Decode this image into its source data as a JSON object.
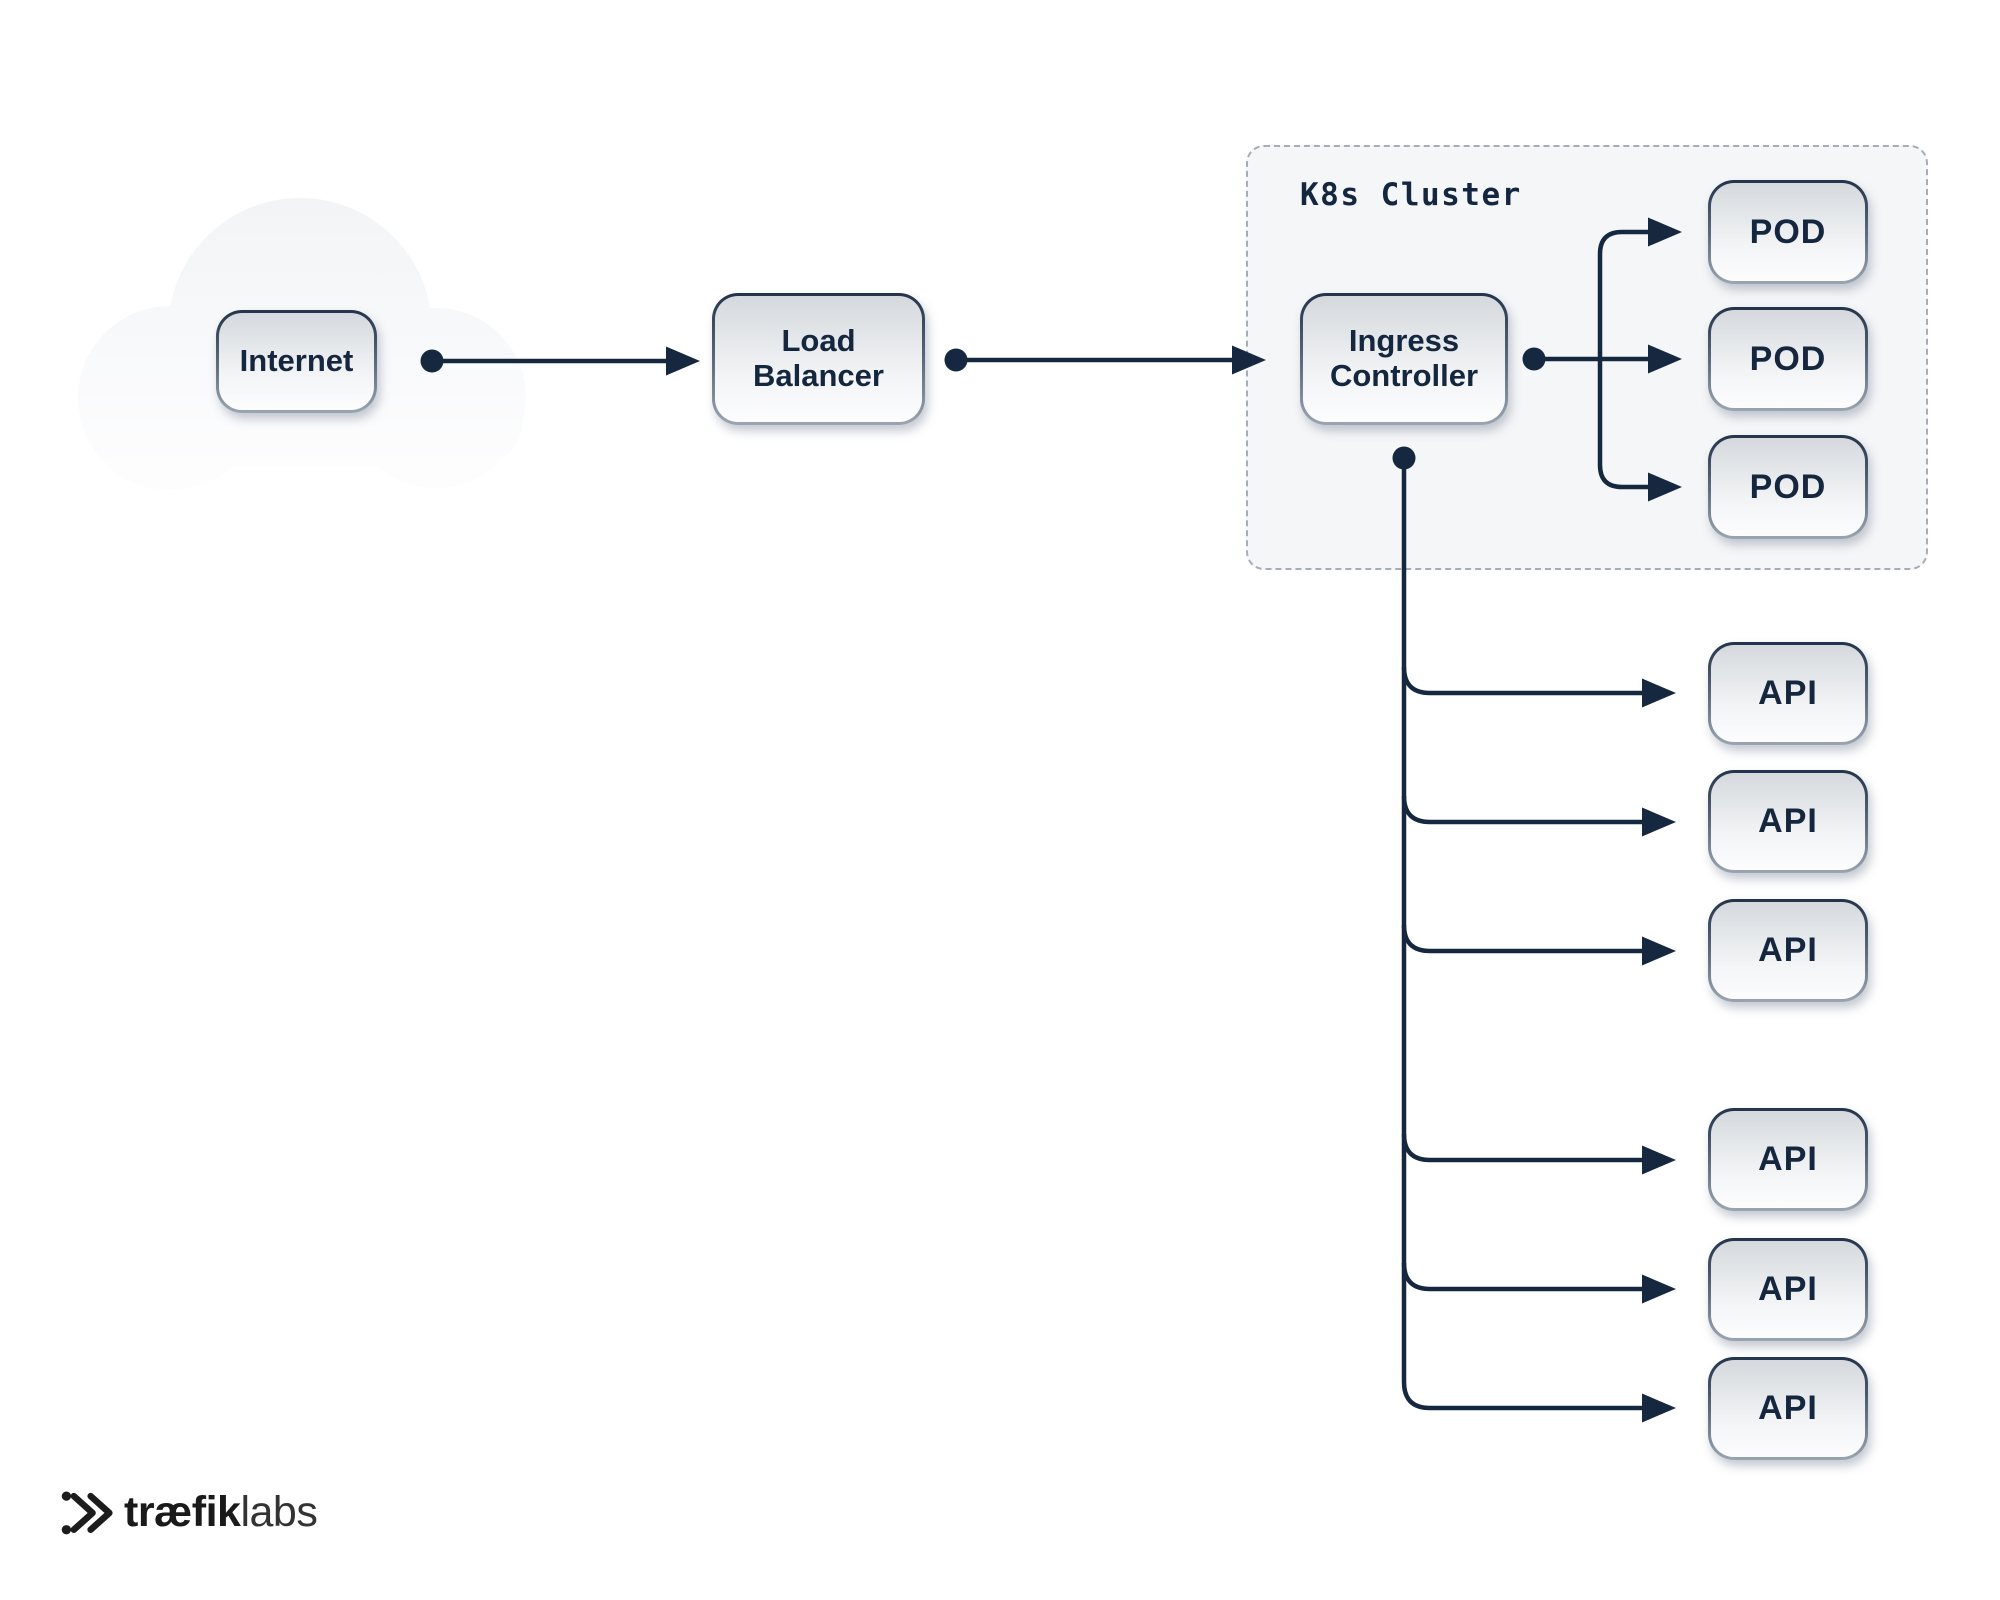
{
  "page": {
    "background": "#ffffff"
  },
  "diagram": {
    "cluster_label": "K8s Cluster",
    "nodes": {
      "internet": "Internet",
      "load_balancer": "Load Balancer",
      "ingress_controller": "Ingress Controller",
      "pod": "POD",
      "api": "API"
    },
    "counts": {
      "pods": 3,
      "apis": 6
    },
    "edges": [
      "Internet -> Load Balancer",
      "Load Balancer -> Ingress Controller",
      "Ingress Controller -> POD x3 (inside K8s Cluster)",
      "Ingress Controller -> API x6 (below cluster)"
    ],
    "colors": {
      "connector": "#16283f",
      "node_text": "#15273f",
      "node_border_top": "#22334b",
      "node_fill_top": "#d5d8dc",
      "cluster_fill": "#f5f6f8",
      "cluster_border": "#a6adb6",
      "cloud_fill": "#f3f5f7",
      "logo": "#1a1a1a"
    }
  },
  "logo": {
    "brand_bold": "træfik",
    "brand_light": "labs"
  }
}
